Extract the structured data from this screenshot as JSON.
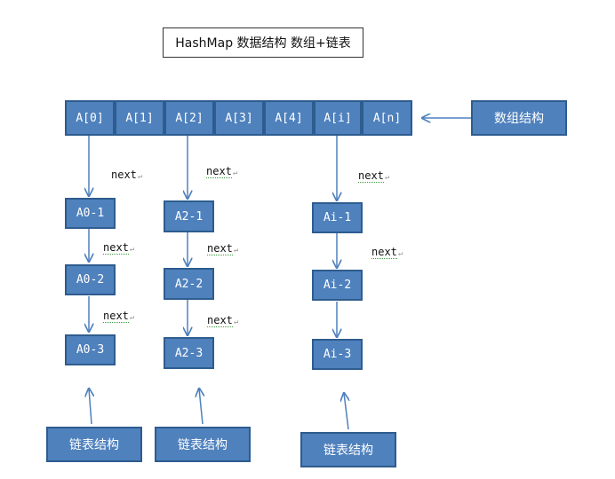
{
  "title": "HashMap 数据结构  数组+链表",
  "array_cells": [
    "A[0]",
    "A[1]",
    "A[2]",
    "A[3]",
    "A[4]",
    "A[i]",
    "A[n]"
  ],
  "array_label": "数组结构",
  "lists": [
    {
      "nodes": [
        "A0-1",
        "A0-2",
        "A0-3"
      ],
      "label": "链表结构"
    },
    {
      "nodes": [
        "A2-1",
        "A2-2",
        "A2-3"
      ],
      "label": "链表结构"
    },
    {
      "nodes": [
        "Ai-1",
        "Ai-2",
        "Ai-3"
      ],
      "label": "链表结构"
    }
  ],
  "next_label": "next",
  "colors": {
    "box_fill": "#4f81bd",
    "box_border": "#2e5c8e",
    "arrow": "#4f81bd"
  }
}
